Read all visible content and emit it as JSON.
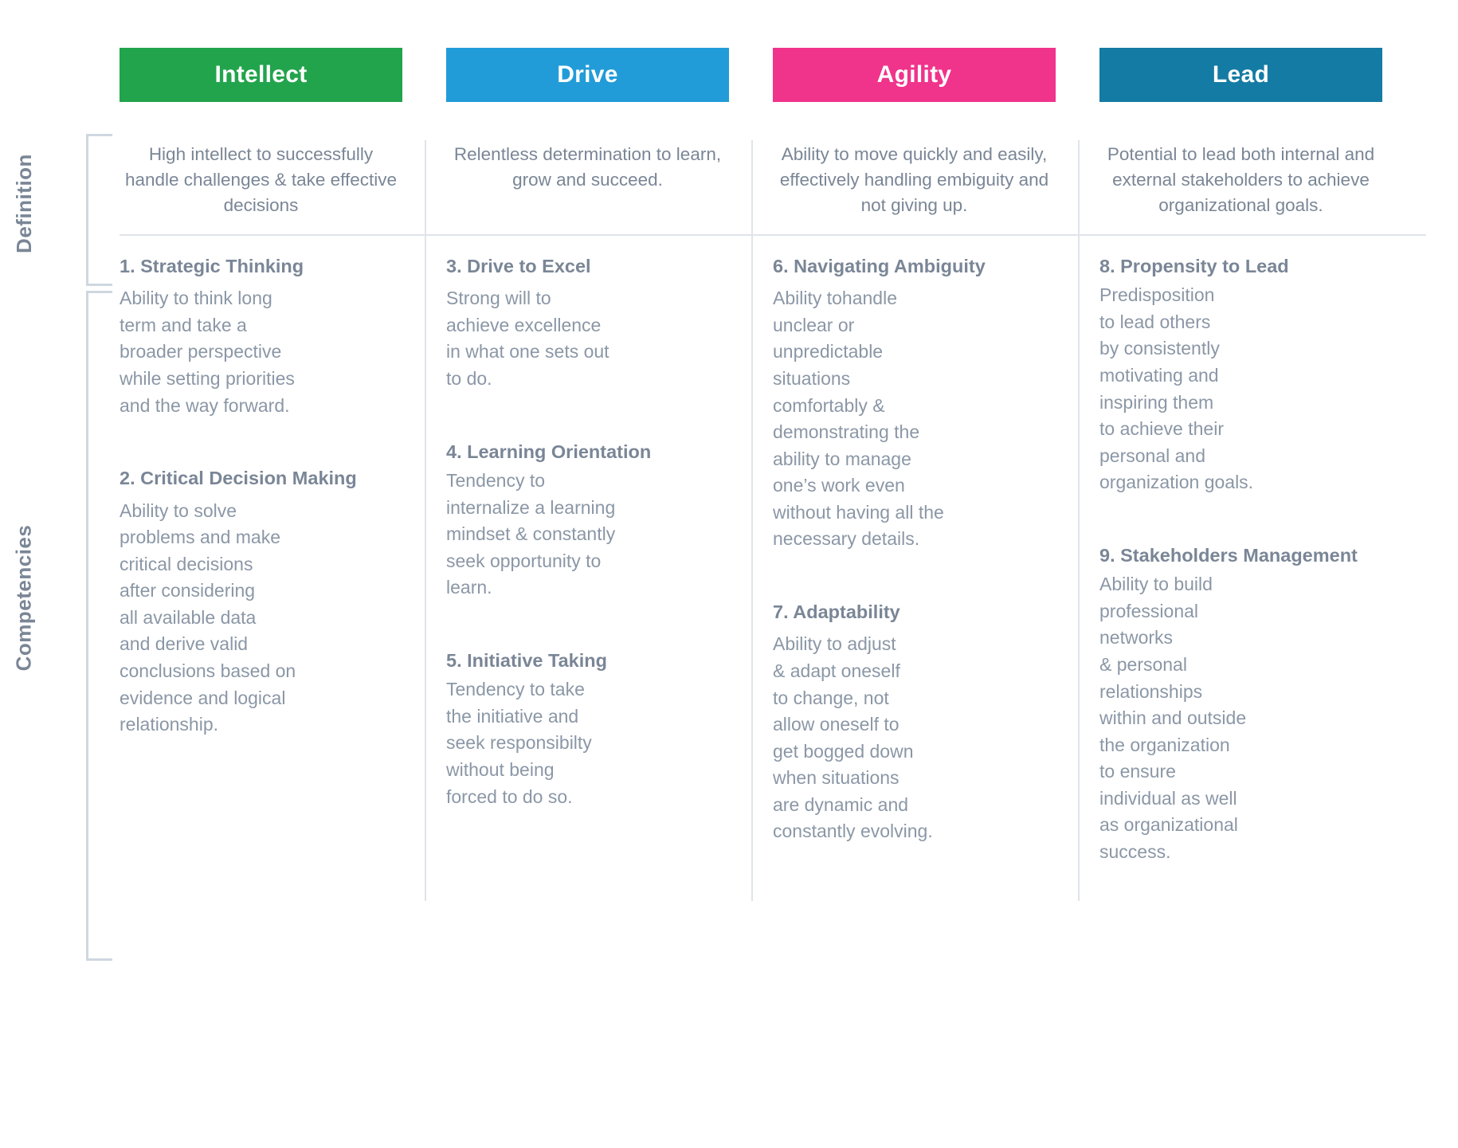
{
  "row_labels": {
    "definition": "Definition",
    "competencies": "Competencies"
  },
  "colors": {
    "intellect": "#22a44c",
    "drive": "#229cd8",
    "agility": "#f0338b",
    "lead": "#147ba4",
    "text": "#7a8696",
    "rule": "#dfe4ea"
  },
  "columns": [
    {
      "key": "intellect",
      "header": "Intellect",
      "color": "#22a44c",
      "definition": "High intellect to\nsuccessfully handle\nchallenges & take\neffective decisions",
      "competencies": [
        {
          "number": "1.",
          "title": "1. Strategic\nThinking",
          "description": "Ability to think long\nterm and take a\nbroader perspective\nwhile setting priorities\nand the way forward."
        },
        {
          "number": "2.",
          "title": "2. Critical Decision\nMaking",
          "description": "Ability to solve\nproblems and make\ncritical decisions\nafter considering\nall available data\nand derive valid\nconclusions based on\nevidence and logical\nrelationship."
        }
      ]
    },
    {
      "key": "drive",
      "header": "Drive",
      "color": "#229cd8",
      "definition": "Relentless\ndetermination to\nlearn, grow and\nsucceed.",
      "competencies": [
        {
          "number": "3.",
          "title": "3. Drive to Excel",
          "description": "Strong will to\nachieve excellence\nin what one sets out\nto do."
        },
        {
          "number": "4.",
          "title": "4. Learning Orientation",
          "description": "Tendency to\ninternalize a learning\nmindset & constantly\nseek opportunity to\nlearn."
        },
        {
          "number": "5.",
          "title": "5. Initiative Taking",
          "description": "Tendency to take\nthe initiative and\nseek responsibilty\nwithout being\nforced to do so."
        }
      ]
    },
    {
      "key": "agility",
      "header": "Agility",
      "color": "#f0338b",
      "definition": "Ability to  move quickly\nand easily, effectively\nhandling embiguity\nand not giving up.",
      "competencies": [
        {
          "number": "6.",
          "title": "6. Navigating\nAmbiguity",
          "description": "Ability tohandle\nunclear or\nunpredictable\nsituations\ncomfortably &\ndemonstrating the\nability to manage\none’s work even\nwithout having all the\nnecessary details."
        },
        {
          "number": "7.",
          "title": "7. Adaptability",
          "description": "Ability to adjust\n& adapt oneself\nto change, not\nallow oneself to\nget bogged down\nwhen situations\nare dynamic and\nconstantly evolving."
        }
      ]
    },
    {
      "key": "lead",
      "header": "Lead",
      "color": "#147ba4",
      "definition": "Potential to lead both\ninternal and external\nstakeholders to achieve\norganizational goals.",
      "competencies": [
        {
          "number": "8.",
          "title": "8. Propensity to\nLead",
          "description": "Predisposition\nto lead others\nby consistently\nmotivating and\ninspiring them\nto achieve their\npersonal and\norganization goals."
        },
        {
          "number": "9.",
          "title": "9. Stakeholders\nManagement",
          "description": "Ability to build\nprofessional\nnetworks\n& personal\nrelationships\nwithin and outside\nthe organization\nto ensure\nindividual as well\nas organizational\nsuccess."
        }
      ]
    }
  ]
}
